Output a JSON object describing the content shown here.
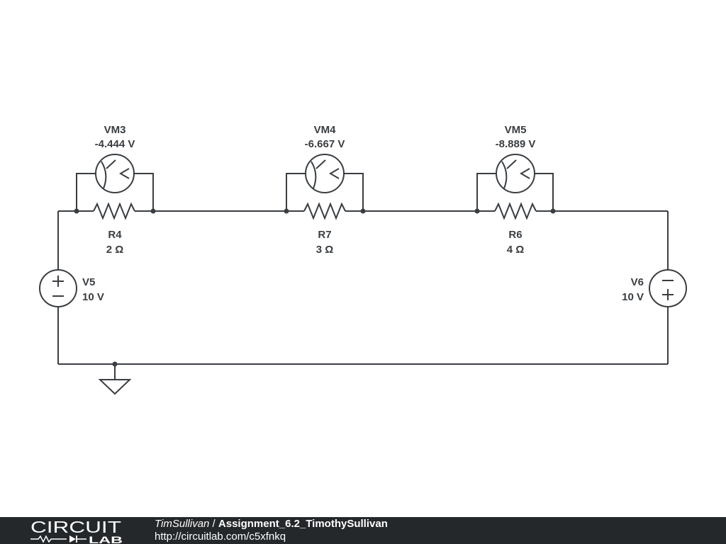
{
  "circuit": {
    "voltmeters": [
      {
        "name": "VM3",
        "value": "-4.444 V"
      },
      {
        "name": "VM4",
        "value": "-6.667 V"
      },
      {
        "name": "VM5",
        "value": "-8.889 V"
      }
    ],
    "resistors": [
      {
        "name": "R4",
        "value": "2 Ω"
      },
      {
        "name": "R7",
        "value": "3 Ω"
      },
      {
        "name": "R6",
        "value": "4 Ω"
      }
    ],
    "sources": [
      {
        "name": "V5",
        "value": "10 V"
      },
      {
        "name": "V6",
        "value": "10 V"
      }
    ]
  },
  "footer": {
    "logo_top": "CIRCUIT",
    "logo_bottom": "LAB",
    "user": "TimSullivan",
    "separator": " / ",
    "project": "Assignment_6.2_TimothySullivan",
    "url": "http://circuitlab.com/c5xfnkq"
  },
  "colors": {
    "wire": "#3a3e42",
    "footer_bg": "#25282b",
    "footer_text": "#ffffff"
  }
}
